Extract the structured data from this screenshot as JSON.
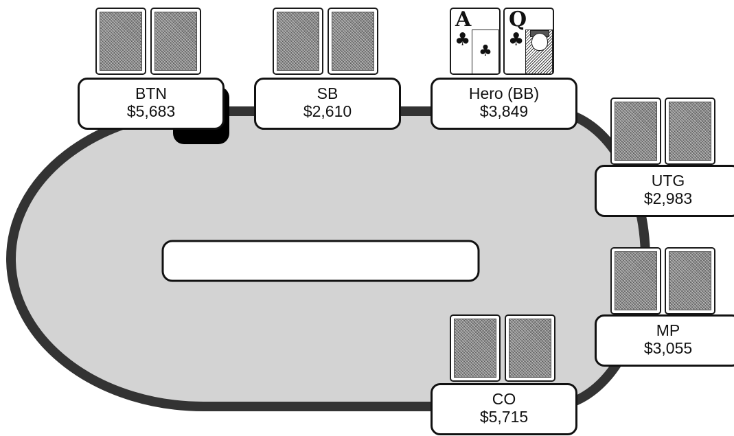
{
  "table": {
    "felt_color": "#d3d3d3",
    "rail_color": "#333333",
    "pot_display": ""
  },
  "seats": {
    "btn": {
      "name": "BTN",
      "stack": "$5,683",
      "cards": "face-down"
    },
    "sb": {
      "name": "SB",
      "stack": "$2,610",
      "cards": "face-down"
    },
    "hero": {
      "name": "Hero (BB)",
      "stack": "$3,849",
      "cards": [
        {
          "rank": "A",
          "suit": "♣"
        },
        {
          "rank": "Q",
          "suit": "♣"
        }
      ]
    },
    "utg": {
      "name": "UTG",
      "stack": "$2,983",
      "cards": "face-down"
    },
    "mp": {
      "name": "MP",
      "stack": "$3,055",
      "cards": "face-down"
    },
    "co": {
      "name": "CO",
      "stack": "$5,715",
      "cards": "face-down"
    }
  },
  "dealer_button": {
    "seat": "BTN",
    "icon": "dealer-button-icon"
  }
}
